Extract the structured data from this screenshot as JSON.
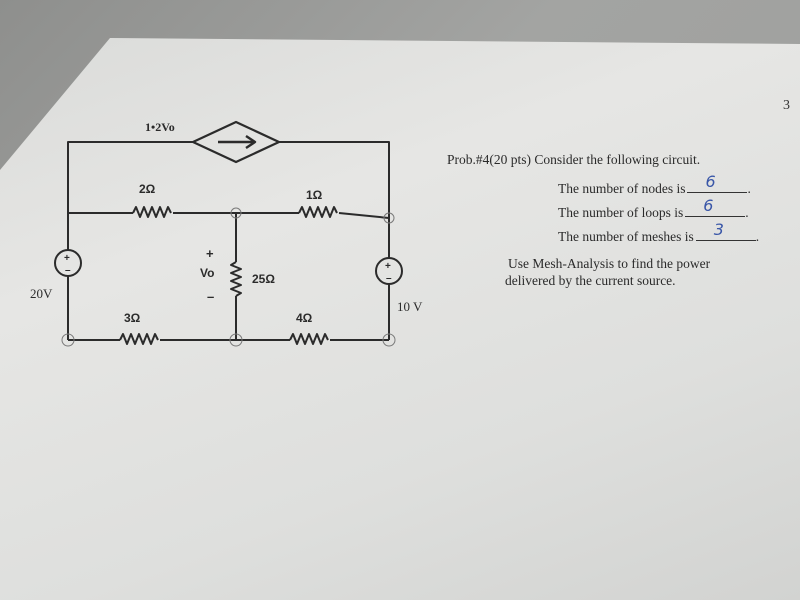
{
  "page": {
    "number": "3"
  },
  "circuit": {
    "dependent_source": "1•2Vo",
    "resistors": {
      "r_top_left": "2Ω",
      "r_top_right": "1Ω",
      "r_center": "25Ω",
      "r_bottom_left": "3Ω",
      "r_bottom_right": "4Ω"
    },
    "vo_label": "Vo",
    "vo_plus": "+",
    "vo_minus": "–",
    "source_left_label": "20V",
    "source_right_label": "10 V",
    "source_plus": "+",
    "source_minus": "–"
  },
  "problem": {
    "heading": "Prob.#4(20 pts) Consider the following circuit.",
    "nodes_prompt": "The number of nodes is",
    "nodes_answer": "6",
    "loops_prompt": "The number of loops is",
    "loops_answer": "6",
    "meshes_prompt": "The number of meshes is",
    "meshes_answer": "3",
    "instruction_line1": "Use Mesh-Analysis to find the power",
    "instruction_line2": "delivered by the current source."
  },
  "colors": {
    "ink": "#2b2b2b",
    "pen_blue": "#3a57a8",
    "paper": "#e2e2e0"
  }
}
